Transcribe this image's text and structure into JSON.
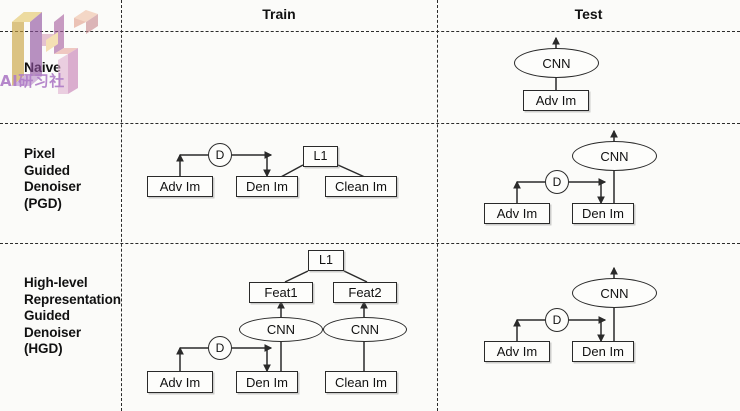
{
  "figure": {
    "background_color": "#fbfbf9",
    "line_color": "#2a2a2a",
    "columns": [
      {
        "id": "train",
        "label": "Train"
      },
      {
        "id": "test",
        "label": "Test"
      }
    ],
    "rows": [
      {
        "id": "naive",
        "label": "Naive"
      },
      {
        "id": "pgd",
        "label": "Pixel\nGuided\nDenoiser\n(PGD)",
        "label_lines": [
          "Pixel",
          "Guided",
          "Denoiser",
          "(PGD)"
        ]
      },
      {
        "id": "hgd",
        "label": "High-level\nRepresentation\nGuided\nDenoiser\n(HGD)",
        "label_lines": [
          "High-level",
          "Representation",
          "Guided",
          "Denoiser",
          "(HGD)"
        ]
      }
    ]
  },
  "watermark": {
    "logo_name": "ai-yanxishe-logo",
    "text": "AI研习社",
    "color": "#b07ec8"
  },
  "nodes": {
    "naive_test": {
      "adv_im": "Adv Im",
      "cnn": "CNN"
    },
    "pgd_train": {
      "adv_im": "Adv Im",
      "denoiser": "D",
      "den_im": "Den Im",
      "clean_im": "Clean Im",
      "loss": "L1"
    },
    "pgd_test": {
      "adv_im": "Adv Im",
      "denoiser": "D",
      "den_im": "Den Im",
      "cnn": "CNN"
    },
    "hgd_train": {
      "adv_im": "Adv Im",
      "denoiser": "D",
      "den_im": "Den Im",
      "clean_im": "Clean Im",
      "cnn_left": "CNN",
      "cnn_right": "CNN",
      "feat1": "Feat1",
      "feat2": "Feat2",
      "loss": "L1"
    },
    "hgd_test": {
      "adv_im": "Adv Im",
      "denoiser": "D",
      "den_im": "Den Im",
      "cnn": "CNN"
    }
  }
}
